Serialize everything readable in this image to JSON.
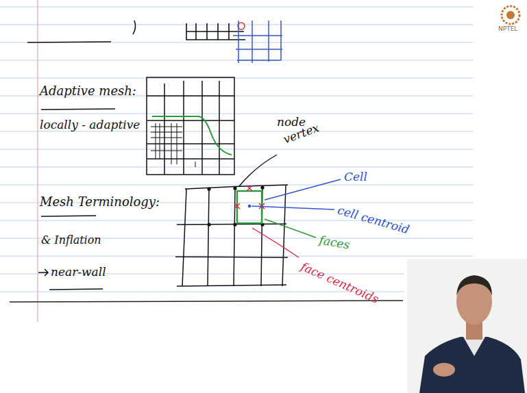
{
  "diagram": {
    "labels": [
      "Adaptive mesh:",
      "locally - adaptive",
      "node",
      "vertex",
      "Cell",
      "Mesh Terminology:",
      "cell centroid",
      "faces",
      "& Inflation",
      "face centroids",
      "near-wall",
      "NPTEL"
    ]
  }
}
